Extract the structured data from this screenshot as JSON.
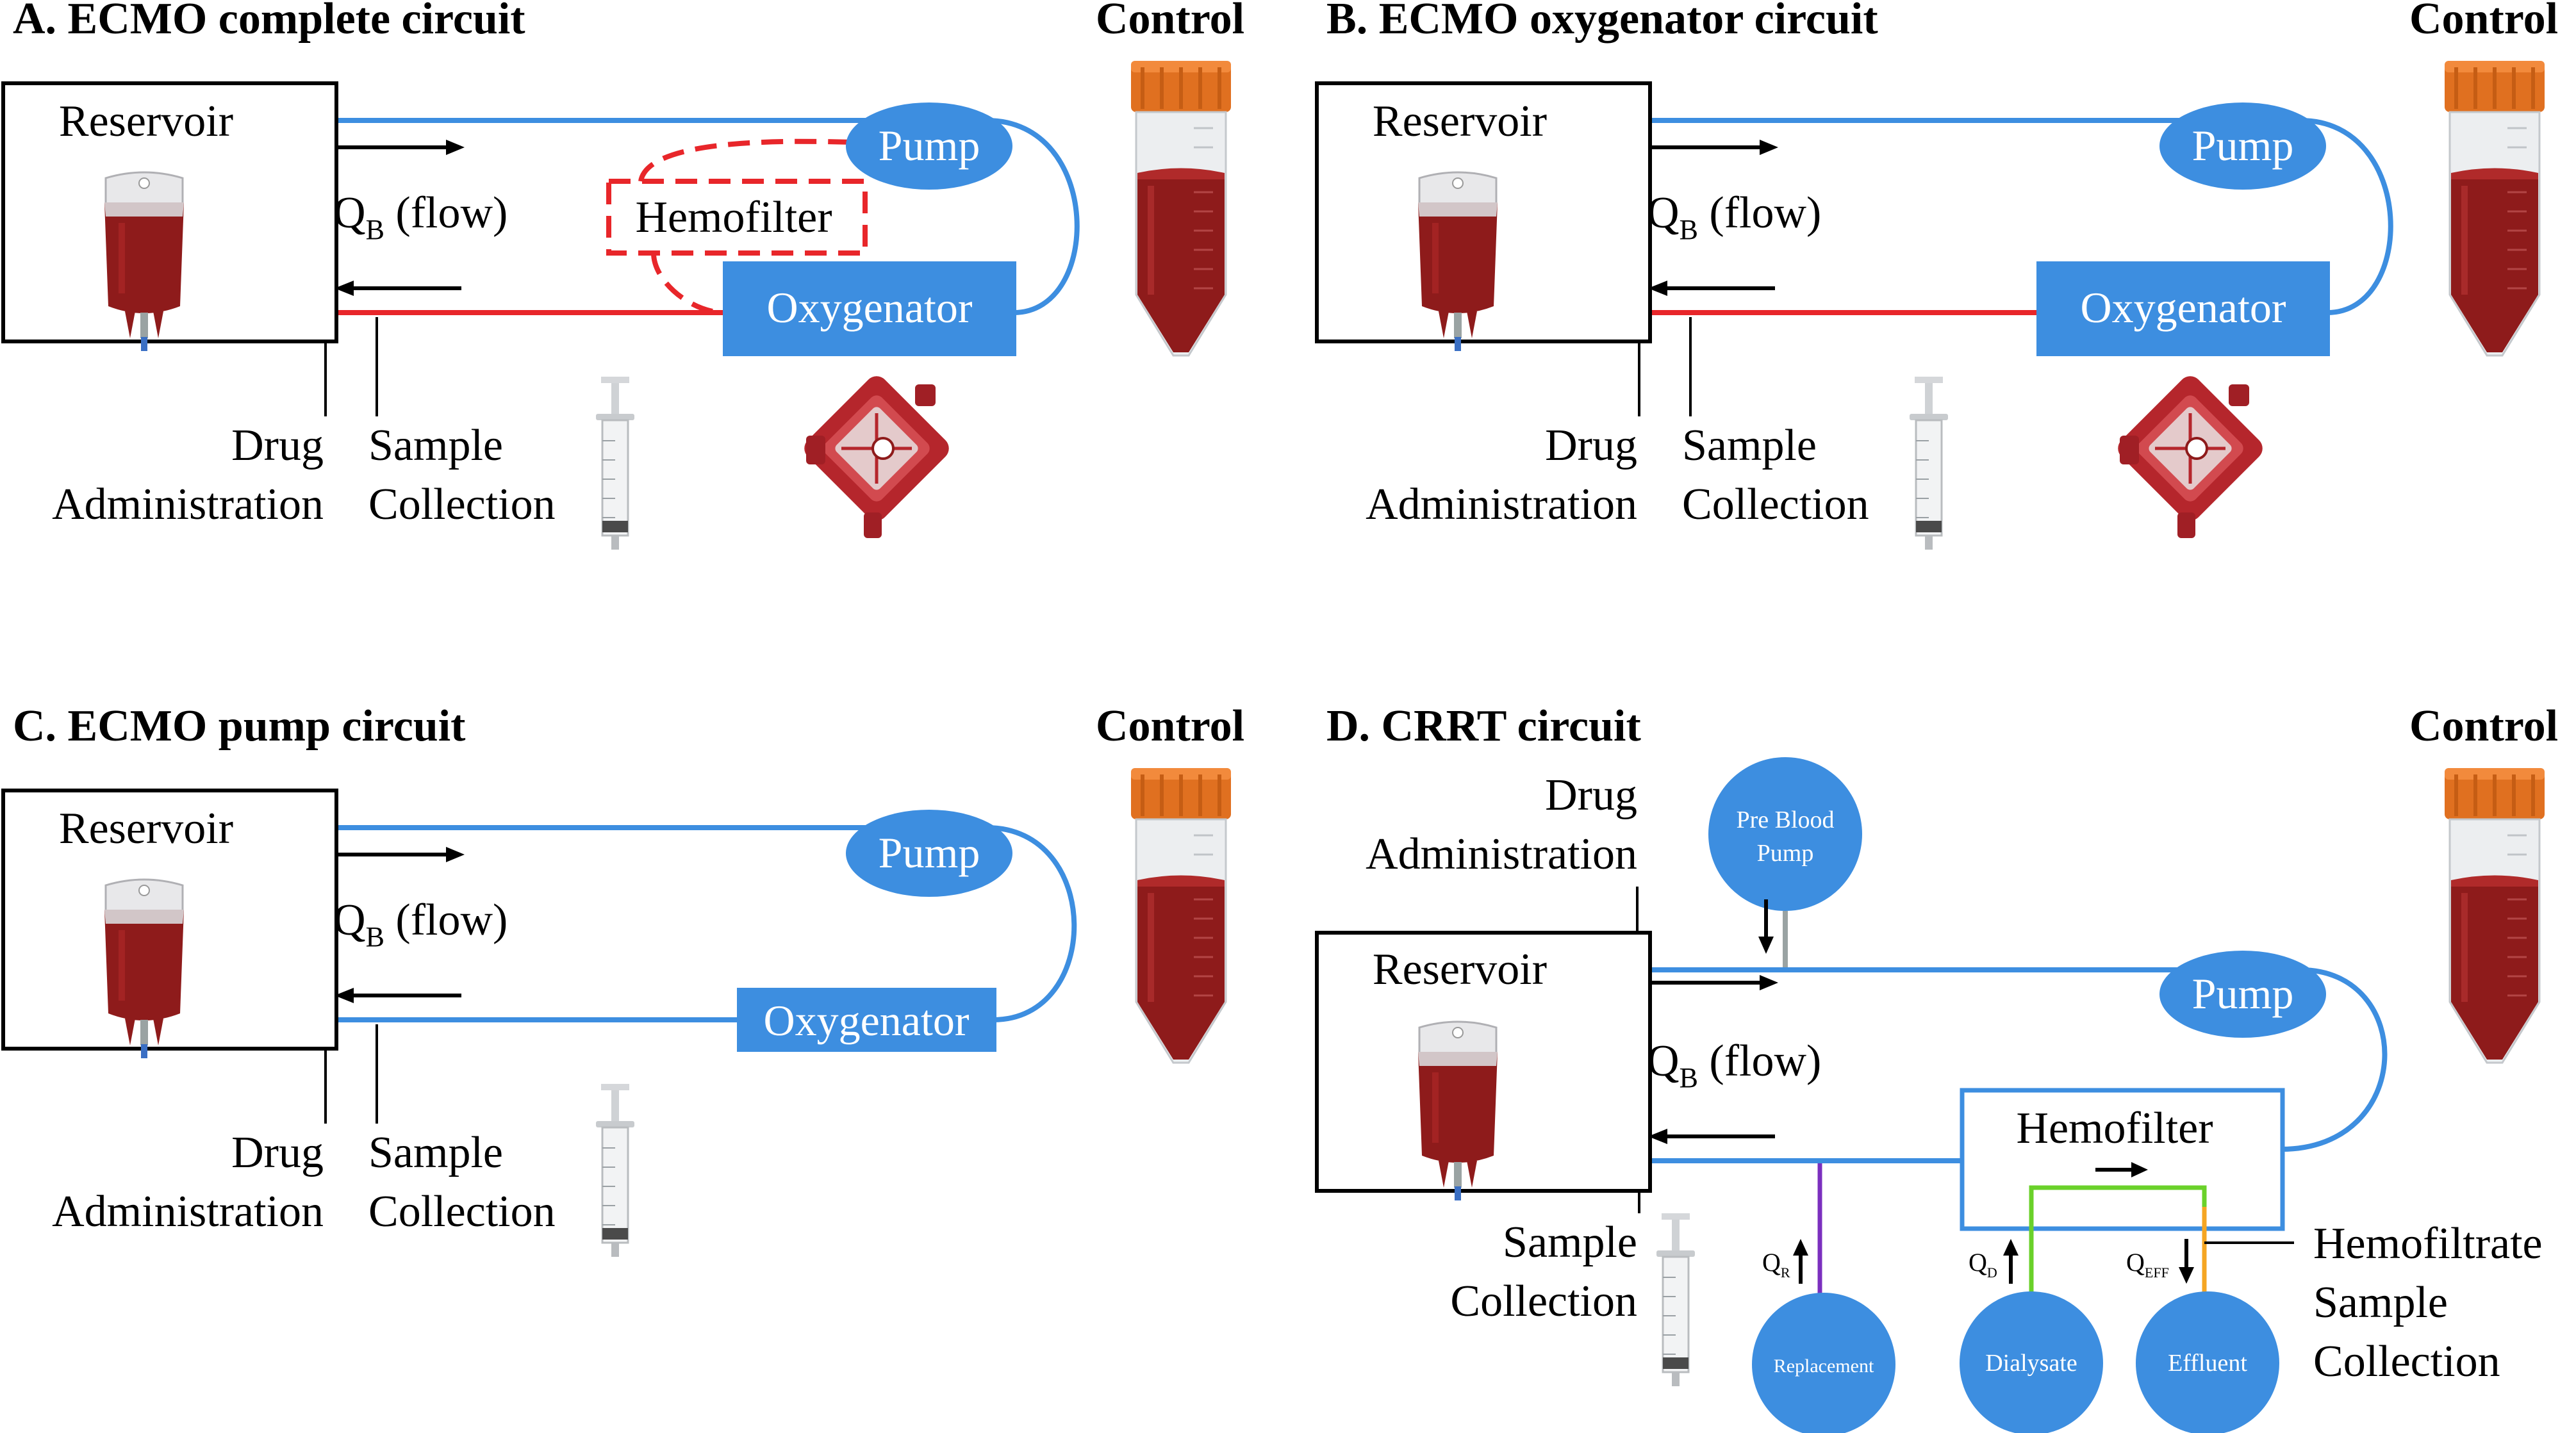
{
  "colors": {
    "blue_line": "#3d8ee0",
    "blue_fill": "#3d8ee0",
    "red_line": "#e8262a",
    "hemofilter_dash": "#e8262a",
    "purple": "#7b2fbf",
    "green": "#6ad12a",
    "orange": "#f5a623",
    "grey": "#9aa3a3",
    "blood": "#8e1b1b",
    "cap": "#e07020"
  },
  "panels": {
    "a": {
      "title": "A. ECMO complete circuit",
      "control": "Control",
      "reservoir": "Reservoir",
      "pump": "Pump",
      "oxygenator": "Oxygenator",
      "hemofilter": "Hemofilter",
      "qb_main": "Q",
      "qb_sub": "B",
      "qb_rest": " (flow)",
      "drug_1": "Drug",
      "drug_2": "Administration",
      "sample_1": "Sample",
      "sample_2": "Collection"
    },
    "b": {
      "title": "B. ECMO oxygenator circuit",
      "control": "Control",
      "reservoir": "Reservoir",
      "pump": "Pump",
      "oxygenator": "Oxygenator",
      "qb_main": "Q",
      "qb_sub": "B",
      "qb_rest": " (flow)",
      "drug_1": "Drug",
      "drug_2": "Administration",
      "sample_1": "Sample",
      "sample_2": "Collection"
    },
    "c": {
      "title": "C. ECMO pump circuit",
      "control": "Control",
      "reservoir": "Reservoir",
      "pump": "Pump",
      "oxygenator": "Oxygenator",
      "qb_main": "Q",
      "qb_sub": "B",
      "qb_rest": " (flow)",
      "drug_1": "Drug",
      "drug_2": "Administration",
      "sample_1": "Sample",
      "sample_2": "Collection"
    },
    "d": {
      "title": "D. CRRT circuit",
      "control": "Control",
      "reservoir": "Reservoir",
      "pump": "Pump",
      "hemofilter": "Hemofilter",
      "pre_blood_pump_1": "Pre Blood",
      "pre_blood_pump_2": "Pump",
      "qb_main": "Q",
      "qb_sub": "B",
      "qb_rest": " (flow)",
      "drug_1": "Drug",
      "drug_2": "Administration",
      "sample_1": "Sample",
      "sample_2": "Collection",
      "replacement": "Replacement",
      "dialysate": "Dialysate",
      "effluent": "Effluent",
      "qr_main": "Q",
      "qr_sub": "R",
      "qd_main": "Q",
      "qd_sub": "D",
      "qeff_main": "Q",
      "qeff_sub": "EFF",
      "hemo_sample_1": "Hemofiltrate",
      "hemo_sample_2": "Sample",
      "hemo_sample_3": "Collection"
    }
  }
}
